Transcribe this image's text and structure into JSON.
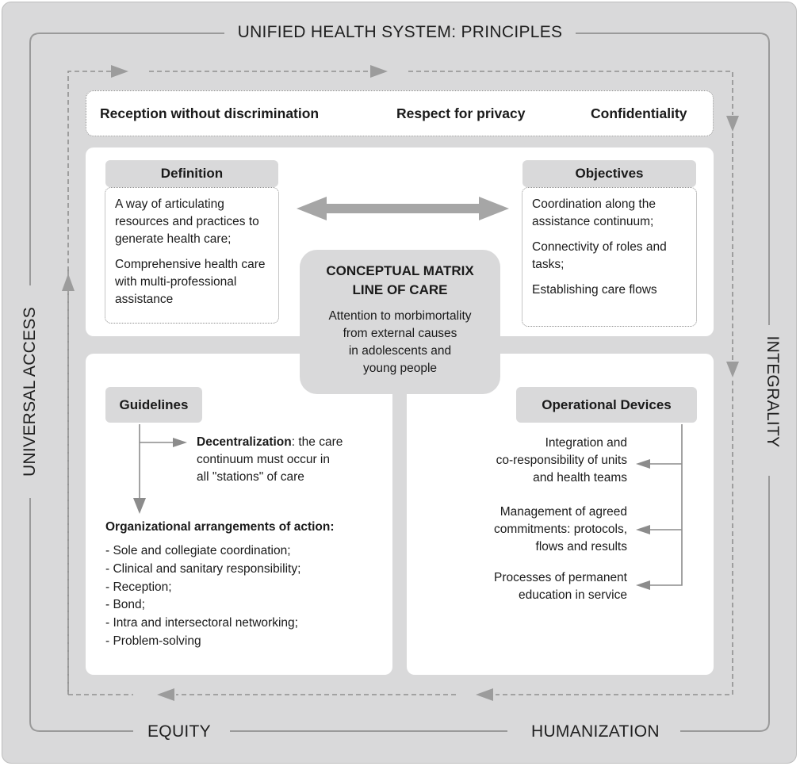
{
  "title": "UNIFIED HEALTH SYSTEM: PRINCIPLES",
  "principles": {
    "left": "UNIVERSAL ACCESS",
    "right": "INTEGRALITY",
    "bottom_left": "EQUITY",
    "bottom_right": "HUMANIZATION"
  },
  "values_band": {
    "item1": "Reception without discrimination",
    "item2": "Respect for privacy",
    "item3": "Confidentiality"
  },
  "definition": {
    "header": "Definition",
    "items": [
      "A way of articulating resources and practices to generate health care;",
      "Comprehensive health care with multi-professional assistance"
    ]
  },
  "objectives": {
    "header": "Objectives",
    "items": [
      "Coordination along the assistance continuum;",
      "Connectivity of roles and tasks;",
      "Establishing care flows"
    ]
  },
  "center": {
    "title_line1": "CONCEPTUAL MATRIX",
    "title_line2": "LINE OF CARE",
    "subtitle_lines": [
      "Attention to morbimortality",
      "from external causes",
      "in adolescents and",
      "young people"
    ]
  },
  "guidelines": {
    "header": "Guidelines",
    "decentralization_bold": "Decentralization",
    "decentralization_rest": ": the care",
    "decentralization_line2": "continuum must occur in",
    "decentralization_line3": "all \"stations\" of care",
    "arrangements_title": "Organizational arrangements of action:",
    "arrangements": [
      "- Sole and collegiate coordination;",
      "- Clinical and sanitary responsibility;",
      "- Reception;",
      "- Bond;",
      "- Intra and intersectoral networking;",
      "- Problem-solving"
    ]
  },
  "operational": {
    "header": "Operational Devices",
    "items": [
      [
        "Integration and",
        "co-responsibility of units",
        "and health teams"
      ],
      [
        "Management of agreed",
        "commitments: protocols,",
        "flows and results"
      ],
      [
        "Processes of permanent",
        "education in service"
      ]
    ]
  },
  "colors": {
    "frame": "#d9d9da",
    "arrow": "#9c9c9c",
    "line": "#8c8c8c"
  }
}
